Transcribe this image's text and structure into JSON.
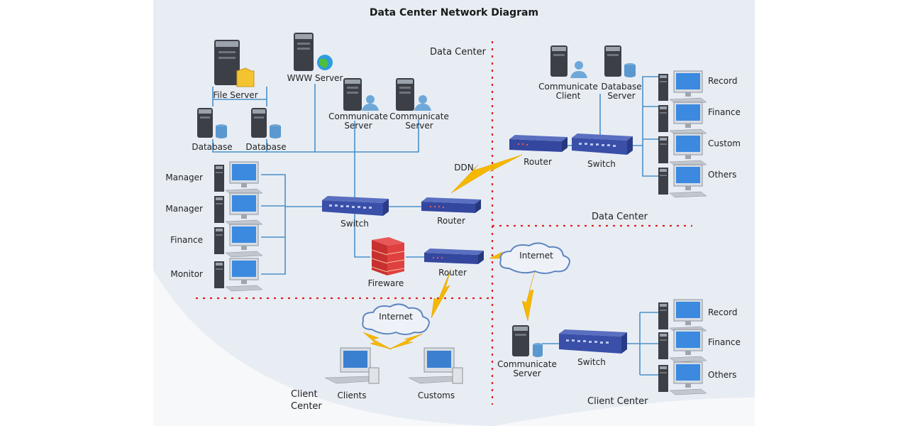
{
  "title": "Data Center Network Diagram",
  "zones": {
    "dc_top": "Data Center",
    "dc_right": "Data Center",
    "client_left_line1": "Client",
    "client_left_line2": "Center",
    "client_right": "Client Center"
  },
  "left": {
    "file_server": "File Server",
    "www_server": "WWW Server",
    "comm_server_1": [
      "Communicate",
      "Server"
    ],
    "comm_server_2": [
      "Communicate",
      "Server"
    ],
    "database_1": "Database",
    "database_2": "Database",
    "pcs": [
      "Manager",
      "Manager",
      "Finance",
      "Monitor"
    ],
    "switch": "Switch",
    "router_1": "Router",
    "router_2": "Router",
    "firewall": "Fireware",
    "ddn": "DDN",
    "internet": "Internet",
    "clients": "Clients",
    "customs": "Customs"
  },
  "right_top": {
    "comm_client": [
      "Communicate",
      "Client"
    ],
    "db_server": [
      "Database",
      "Server"
    ],
    "router": "Router",
    "switch": "Switch",
    "pcs": [
      "Record",
      "Finance",
      "Custom",
      "Others"
    ]
  },
  "right_bottom": {
    "internet": "Internet",
    "comm_server": [
      "Communicate",
      "Server"
    ],
    "switch": "Switch",
    "pcs": [
      "Record",
      "Finance",
      "Others"
    ]
  },
  "colors": {
    "line": "#4a90c8",
    "zone_divider": "#e02020",
    "lightning": "#f0b400",
    "background": "#e8edf4"
  }
}
